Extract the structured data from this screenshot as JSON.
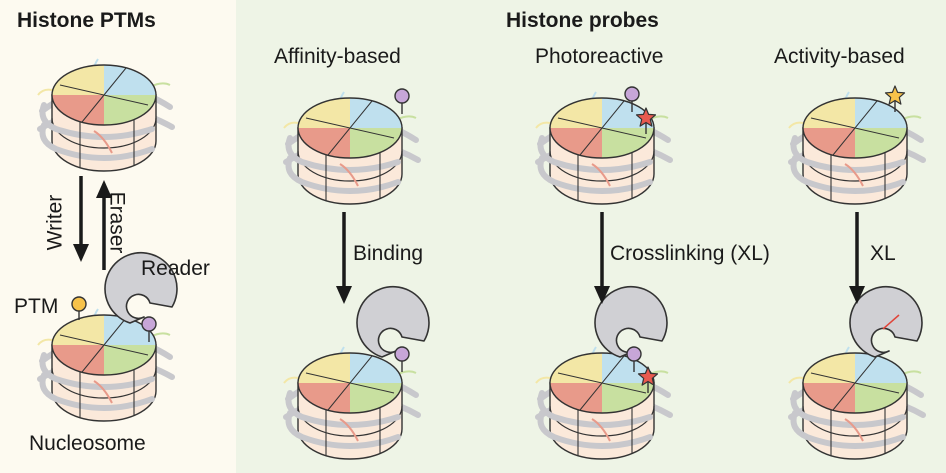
{
  "panels": {
    "ptm": {
      "title": "Histone PTMs",
      "background": "#fdfaf0"
    },
    "probes": {
      "title": "Histone probes",
      "background": "#eef4e6"
    }
  },
  "probe_columns": [
    {
      "title": "Affinity-based",
      "arrow_label": "Binding"
    },
    {
      "title": "Photoreactive",
      "arrow_label": "Crosslinking (XL)"
    },
    {
      "title": "Activity-based",
      "arrow_label": "XL"
    }
  ],
  "ptm_panel": {
    "writer_label": "Writer",
    "eraser_label": "Eraser",
    "reader_label": "Reader",
    "ptm_label": "PTM",
    "nucleosome_label": "Nucleosome"
  },
  "colors": {
    "blue": "#bfe0ee",
    "green": "#c8e0a0",
    "red": "#e89a8a",
    "yellow": "#f3e7a6",
    "cylinder": "#fbe9da",
    "dna": "#c8c8cc",
    "reader": "#d0d0d4",
    "probe_purple": "#c7a6d8",
    "ptm_orange": "#f7c24a",
    "star_red": "#e85a4f",
    "star_yellow": "#f7c24a"
  }
}
